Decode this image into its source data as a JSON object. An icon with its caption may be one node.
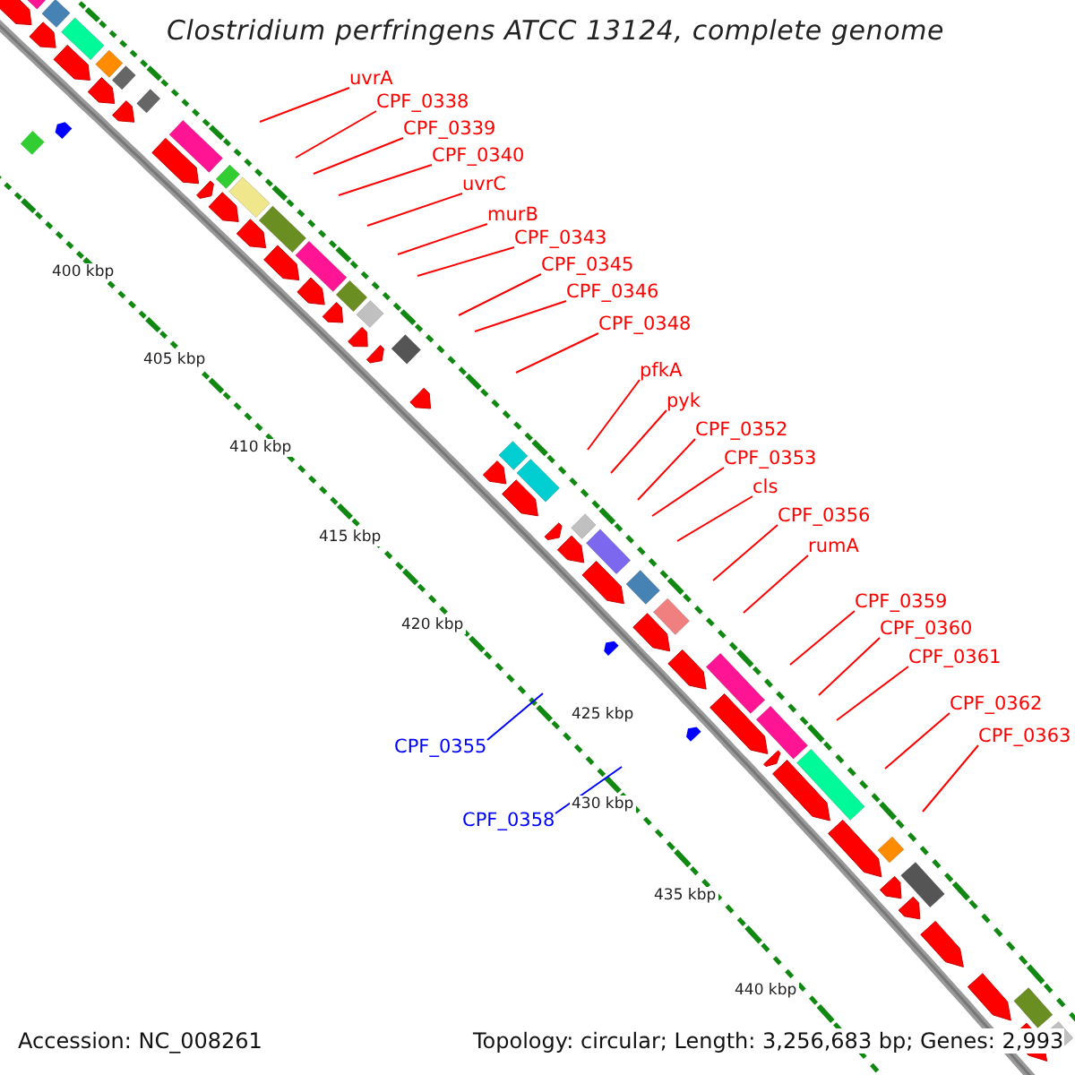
{
  "diagram": {
    "title": "Clostridium perfringens ATCC 13124, complete genome",
    "nodes": [
      {
        "text": [
          "uvrA"
        ]
      },
      {
        "text": [
          "CPF_0338"
        ]
      },
      {
        "text": [
          "CPF_0339"
        ]
      },
      {
        "text": [
          "CPF_0340"
        ]
      },
      {
        "text": [
          "uvrC"
        ]
      },
      {
        "text": [
          "murB"
        ]
      },
      {
        "text": [
          "CPF_0343"
        ]
      },
      {
        "text": [
          "CPF_0345"
        ]
      },
      {
        "text": [
          "CPF_0346"
        ]
      },
      {
        "text": [
          "CPF_0348"
        ]
      },
      {
        "text": [
          "pfkA"
        ]
      },
      {
        "text": [
          "pyk"
        ]
      },
      {
        "text": [
          "CPF_0352"
        ]
      },
      {
        "text": [
          "CPF_0353"
        ]
      },
      {
        "text": [
          "cls"
        ]
      },
      {
        "text": [
          "CPF_0356"
        ]
      },
      {
        "text": [
          "rumA"
        ]
      },
      {
        "text": [
          "CPF_0359"
        ]
      },
      {
        "text": [
          "CPF_0360"
        ]
      },
      {
        "text": [
          "CPF_0361"
        ]
      },
      {
        "text": [
          "CPF_0362"
        ]
      },
      {
        "text": [
          "CPF_0363"
        ]
      },
      {
        "text": [
          "CPF_0355"
        ]
      },
      {
        "text": [
          "CPF_0358"
        ]
      }
    ],
    "edges": [
      {
        "from": 0,
        "to": null,
        "arrow": "none"
      },
      {
        "from": 1,
        "to": null,
        "arrow": "none"
      },
      {
        "from": 2,
        "to": null,
        "arrow": "none"
      },
      {
        "from": 3,
        "to": null,
        "arrow": "none"
      },
      {
        "from": 4,
        "to": null,
        "arrow": "none"
      },
      {
        "from": 5,
        "to": null,
        "arrow": "none"
      },
      {
        "from": 6,
        "to": null,
        "arrow": "none"
      },
      {
        "from": 7,
        "to": null,
        "arrow": "none"
      },
      {
        "from": 8,
        "to": null,
        "arrow": "none"
      },
      {
        "from": 9,
        "to": null,
        "arrow": "none"
      },
      {
        "from": 10,
        "to": null,
        "arrow": "none"
      },
      {
        "from": 11,
        "to": null,
        "arrow": "none"
      },
      {
        "from": 12,
        "to": null,
        "arrow": "none"
      },
      {
        "from": 13,
        "to": null,
        "arrow": "none"
      },
      {
        "from": 14,
        "to": null,
        "arrow": "none"
      },
      {
        "from": 15,
        "to": null,
        "arrow": "none"
      },
      {
        "from": 16,
        "to": null,
        "arrow": "none"
      },
      {
        "from": 17,
        "to": null,
        "arrow": "none"
      },
      {
        "from": 18,
        "to": null,
        "arrow": "none"
      },
      {
        "from": 19,
        "to": null,
        "arrow": "none"
      },
      {
        "from": 20,
        "to": null,
        "arrow": "none"
      },
      {
        "from": 21,
        "to": null,
        "arrow": "none"
      },
      {
        "from": 22,
        "to": null,
        "arrow": "none",
        "color": "#0000ff"
      },
      {
        "from": 23,
        "to": null,
        "arrow": "none",
        "color": "#0000ff"
      }
    ],
    "labels": [
      "400 kbp",
      "405 kbp",
      "410 kbp",
      "415 kbp",
      "420 kbp",
      "425 kbp",
      "430 kbp",
      "435 kbp",
      "440 kbp",
      "Accession: NC_008261",
      "Topology: circular; Length: 3,256,683 bp; Genes: 2,993"
    ]
  }
}
